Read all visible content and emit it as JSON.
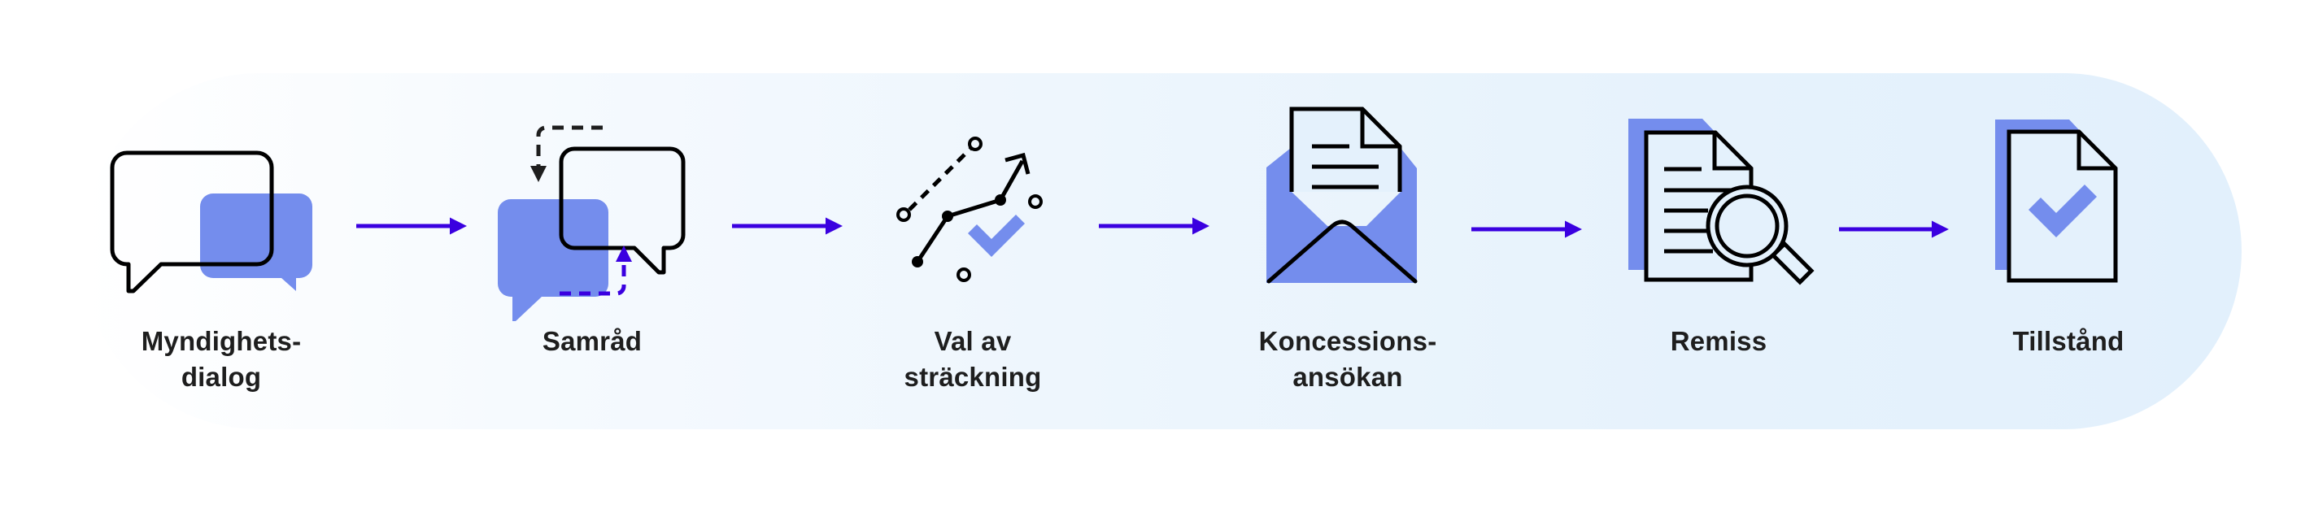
{
  "diagram": {
    "type": "process-flow",
    "direction": "left-to-right",
    "colors": {
      "accent_fill": "#748ded",
      "arrow": "#3a00e0",
      "outline": "#000000",
      "text": "#1e1e1e",
      "panel_start": "#ffffff",
      "panel_end": "#e2f0fc"
    },
    "steps": [
      {
        "id": "myndighetsdialog",
        "icon": "chat-bubbles-icon",
        "label_line1": "Myndighets-",
        "label_line2": "dialog"
      },
      {
        "id": "samrad",
        "icon": "consultation-bubbles-icon",
        "label_line1": "Samråd",
        "label_line2": ""
      },
      {
        "id": "val-av-strackning",
        "icon": "route-selection-icon",
        "label_line1": "Val av",
        "label_line2": "sträckning"
      },
      {
        "id": "koncessionsansokan",
        "icon": "envelope-document-icon",
        "label_line1": "Koncessions-",
        "label_line2": "ansökan"
      },
      {
        "id": "remiss",
        "icon": "document-search-icon",
        "label_line1": "Remiss",
        "label_line2": ""
      },
      {
        "id": "tillstand",
        "icon": "document-check-icon",
        "label_line1": "Tillstånd",
        "label_line2": ""
      }
    ],
    "connectors": [
      {
        "from": "myndighetsdialog",
        "to": "samrad",
        "icon": "arrow-right-icon"
      },
      {
        "from": "samrad",
        "to": "val-av-strackning",
        "icon": "arrow-right-icon"
      },
      {
        "from": "val-av-strackning",
        "to": "koncessionsansokan",
        "icon": "arrow-right-icon"
      },
      {
        "from": "koncessionsansokan",
        "to": "remiss",
        "icon": "arrow-right-icon"
      },
      {
        "from": "remiss",
        "to": "tillstand",
        "icon": "arrow-right-icon"
      }
    ]
  }
}
